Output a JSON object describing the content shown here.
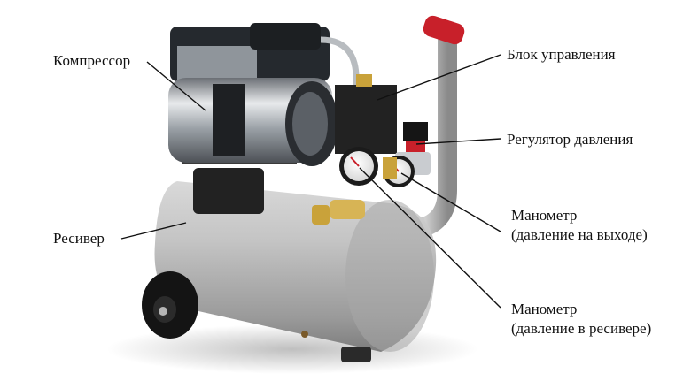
{
  "labels": {
    "compressor": "Компрессор",
    "control_unit": "Блок управления",
    "pressure_regulator": "Регулятор давления",
    "receiver": "Ресивер",
    "gauge_outlet": {
      "line1": "Манометр",
      "line2": "(давление на выходе)"
    },
    "gauge_receiver": {
      "line1": "Манометр",
      "line2": "(давление в ресивере)"
    }
  },
  "colors": {
    "tank": "#b7b7b7",
    "compressor_body": "#a9adb3",
    "control_block": "#222222",
    "handle_grip": "#c8202a",
    "brass": "#c9a23a",
    "leader_lines": "#111111"
  }
}
